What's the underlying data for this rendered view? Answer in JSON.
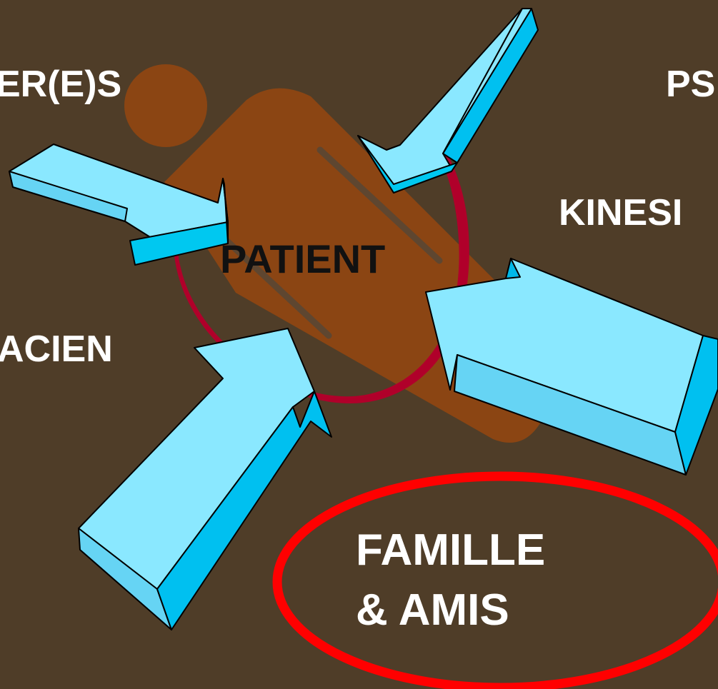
{
  "labels": {
    "infirmiers": "ER(E)S",
    "psychologue": "PS",
    "kinesitherapeute": "KINESI",
    "pharmacien": "ACIEN",
    "patient": "PATIENT",
    "famille_line1": "FAMILLE",
    "famille_line2": "& AMIS"
  },
  "colors": {
    "background": "#4f3d28",
    "person_figure": "#8b4513",
    "arrow_top": "#8ae8ff",
    "arrow_side": "#00c0f0",
    "arrow_front": "#60d8f8",
    "ring": "#b0002a",
    "highlight_ellipse": "#ff0000"
  }
}
